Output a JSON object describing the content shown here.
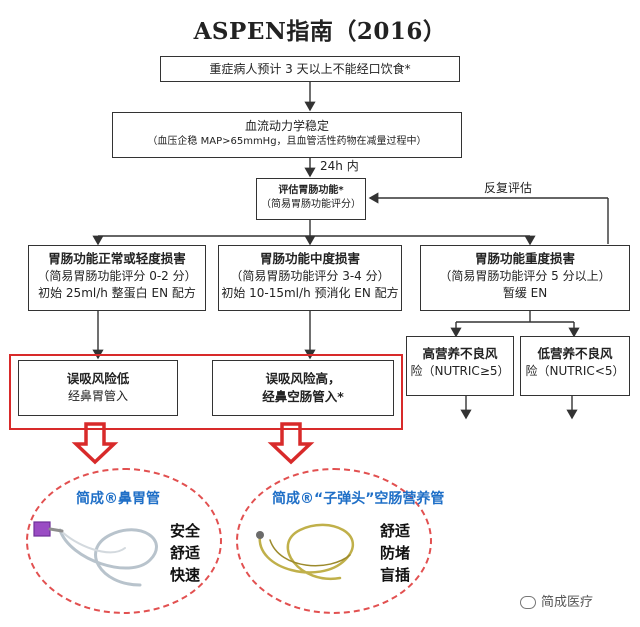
{
  "title": "ASPEN指南（2016）",
  "flow": {
    "start": "重症病人预计 3 天以上不能经口饮食*",
    "hemo_title": "血流动力学稳定",
    "hemo_detail": "（血压企稳 MAP>65mmHg，且血管活性药物在减量过程中）",
    "time_label": "24h 内",
    "assess_title": "评估胃肠功能*",
    "assess_sub": "（简易胃肠功能评分）",
    "repeat_label": "反复评估",
    "level_mild": [
      "胃肠功能正常或轻度损害",
      "（简易胃肠功能评分 0-2 分）",
      "初始 25ml/h 整蛋白 EN 配方"
    ],
    "level_moderate": [
      "胃肠功能中度损害",
      "（简易胃肠功能评分 3-4 分）",
      "初始 10-15ml/h 预消化 EN 配方"
    ],
    "level_severe": [
      "胃肠功能重度损害",
      "（简易胃肠功能评分 5 分以上）",
      "暂缓 EN"
    ],
    "aspiration_low": [
      "误吸风险低",
      "经鼻胃管入"
    ],
    "aspiration_high": [
      "误吸风险高，",
      "经鼻空肠管入*"
    ],
    "nutr_high": [
      "高营养不良风",
      "险（NUTRIC≥5）"
    ],
    "nutr_low": [
      "低营养不良风",
      "险（NUTRIC<5）"
    ]
  },
  "products": {
    "left_title": "简成®鼻胃管",
    "left_features": [
      "安全",
      "舒适",
      "快速"
    ],
    "right_title": "简成®“子弹头”空肠营养管",
    "right_features": [
      "舒适",
      "防堵",
      "盲插"
    ]
  },
  "watermark": "简成医疗",
  "colors": {
    "red": "#d82a2a",
    "blue": "#1f6fc7",
    "line": "#333333"
  }
}
